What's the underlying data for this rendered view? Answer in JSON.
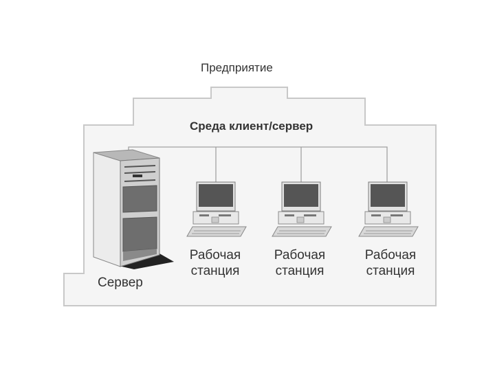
{
  "enterprise": {
    "label": "Предприятие"
  },
  "environment": {
    "label": "Среда клиент/сервер"
  },
  "server": {
    "label": "Сервер"
  },
  "workstations": [
    {
      "line1": "Рабочая",
      "line2": "станция"
    },
    {
      "line1": "Рабочая",
      "line2": "станция"
    },
    {
      "line1": "Рабочая",
      "line2": "станция"
    }
  ]
}
